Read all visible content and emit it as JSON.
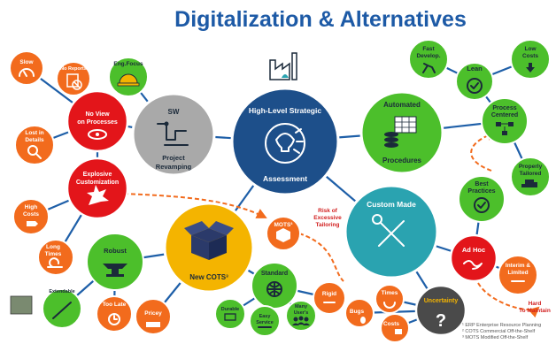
{
  "title": "Digitalization & Alternatives",
  "colors": {
    "blue": "#1d4f8a",
    "gray": "#a9a9a9",
    "green": "#4cbf2b",
    "teal": "#2aa3b0",
    "yellow": "#f4b400",
    "red": "#e3151a",
    "orange": "#f26b1d",
    "dark": "#4a4a4a",
    "connector": "#1e5fa8",
    "dashed": "#f26b1d"
  },
  "hub": {
    "line1": "High-Level Strategic",
    "line2": "Assessment"
  },
  "sw": {
    "line1": "SW",
    "line2": "Project",
    "line3": "Revamping"
  },
  "automated": {
    "line1": "Automated",
    "line2": "Procedures"
  },
  "new_cots": {
    "label": "New COTS³"
  },
  "custom_made": {
    "label": "Custom Made"
  },
  "no_view": {
    "line1": "No View",
    "line2": "on Processes"
  },
  "explosive": {
    "line1": "Explosive",
    "line2": "Customization"
  },
  "small_nodes": {
    "slow": "Slow",
    "no_reports": "No Reports",
    "eng_focus": "Eng.Focus",
    "lost": [
      "Lost in",
      "Details"
    ],
    "high_costs": [
      "High",
      "Costs"
    ],
    "long_times": [
      "Long",
      "Times"
    ],
    "robust": "Robust",
    "extendable": "Extendable",
    "too_late": "Too Late",
    "pricey": "Pricey",
    "standard": "Standard",
    "durable": "Durable",
    "easy_service": [
      "Easy",
      "Service"
    ],
    "many_users": [
      "Many",
      "User's"
    ],
    "rigid": "Rigid",
    "mots": "MOTS³",
    "fast_develop": [
      "Fast",
      "Develop."
    ],
    "low_costs": [
      "Low",
      "Costs"
    ],
    "lean": "Lean",
    "process_centered": [
      "Process",
      "Centered"
    ],
    "properly_tailored": [
      "Properly",
      "Tailored"
    ],
    "best_practices": [
      "Best",
      "Practices"
    ],
    "ad_hoc": "Ad Hoc",
    "interim": [
      "Interim &",
      "Limited"
    ],
    "times": "Times",
    "bugs": "Bugs",
    "costs": "Costs",
    "uncertainty": "Uncertainty"
  },
  "annotations": {
    "risk": [
      "Risk of",
      "Excessive",
      "Tailoring"
    ],
    "hard": [
      "Hard",
      "To Maintain"
    ]
  },
  "footnotes": [
    "¹ ERP  Enterprise Resource Planning",
    "² COTS Commercial Off-the-Shelf",
    "³ MOTS Modified Off-the-Shelf"
  ]
}
